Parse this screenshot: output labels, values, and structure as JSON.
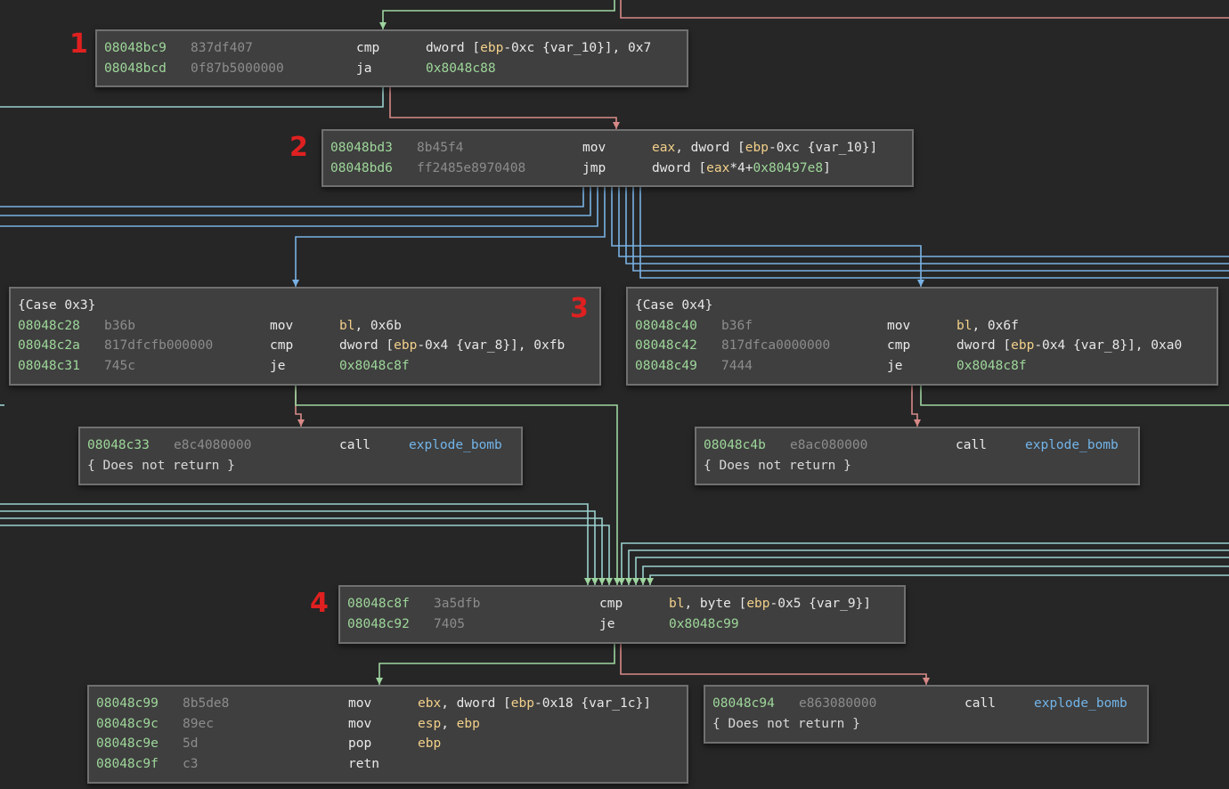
{
  "markers": [
    "1",
    "2",
    "3",
    "4"
  ],
  "colors": {
    "background": "#262626",
    "block_bg": "#3f3f3f",
    "block_border": "#707070",
    "edge_true": "#9fd6a0",
    "edge_false": "#d88a88",
    "edge_jump": "#79b2e4",
    "edge_fall": "#9ad0cd",
    "address": "#9ed79a",
    "register": "#f2d08a",
    "symbol": "#72b4e8",
    "marker": "#e02020"
  },
  "blocks": [
    {
      "id": "b1",
      "rows": [
        {
          "addr": "08048bc9",
          "bytes": "837df407",
          "mn": "cmp",
          "ops": [
            {
              "t": "dword [",
              "c": "op"
            },
            {
              "t": "ebp",
              "c": "reg"
            },
            {
              "t": "-0xc {var_10}], 0x7",
              "c": "op"
            }
          ]
        },
        {
          "addr": "08048bcd",
          "bytes": "0f87b5000000",
          "mn": "ja",
          "ops": [
            {
              "t": "0x8048c88",
              "c": "num"
            }
          ]
        }
      ]
    },
    {
      "id": "b2",
      "rows": [
        {
          "addr": "08048bd3",
          "bytes": "8b45f4",
          "mn": "mov",
          "ops": [
            {
              "t": "eax",
              "c": "reg"
            },
            {
              "t": ", dword [",
              "c": "op"
            },
            {
              "t": "ebp",
              "c": "reg"
            },
            {
              "t": "-0xc {var_10}]",
              "c": "op"
            }
          ]
        },
        {
          "addr": "08048bd6",
          "bytes": "ff2485e8970408",
          "mn": "jmp",
          "ops": [
            {
              "t": "dword [",
              "c": "op"
            },
            {
              "t": "eax",
              "c": "reg"
            },
            {
              "t": "*4+",
              "c": "op"
            },
            {
              "t": "0x80497e8",
              "c": "num"
            },
            {
              "t": "]",
              "c": "op"
            }
          ]
        }
      ]
    },
    {
      "id": "b3",
      "label": "{Case 0x3}",
      "rows": [
        {
          "addr": "08048c28",
          "bytes": "b36b",
          "mn": "mov",
          "ops": [
            {
              "t": "bl",
              "c": "reg"
            },
            {
              "t": ", 0x6b",
              "c": "op"
            }
          ]
        },
        {
          "addr": "08048c2a",
          "bytes": "817dfcfb000000",
          "mn": "cmp",
          "ops": [
            {
              "t": "dword [",
              "c": "op"
            },
            {
              "t": "ebp",
              "c": "reg"
            },
            {
              "t": "-0x4 {var_8}], 0xfb",
              "c": "op"
            }
          ]
        },
        {
          "addr": "08048c31",
          "bytes": "745c",
          "mn": "je",
          "ops": [
            {
              "t": "0x8048c8f",
              "c": "num"
            }
          ]
        }
      ]
    },
    {
      "id": "b4",
      "label": "{Case 0x4}",
      "rows": [
        {
          "addr": "08048c40",
          "bytes": "b36f",
          "mn": "mov",
          "ops": [
            {
              "t": "bl",
              "c": "reg"
            },
            {
              "t": ", 0x6f",
              "c": "op"
            }
          ]
        },
        {
          "addr": "08048c42",
          "bytes": "817dfca0000000",
          "mn": "cmp",
          "ops": [
            {
              "t": "dword [",
              "c": "op"
            },
            {
              "t": "ebp",
              "c": "reg"
            },
            {
              "t": "-0x4 {var_8}], 0xa0",
              "c": "op"
            }
          ]
        },
        {
          "addr": "08048c49",
          "bytes": "7444",
          "mn": "je",
          "ops": [
            {
              "t": "0x8048c8f",
              "c": "num"
            }
          ]
        }
      ]
    },
    {
      "id": "b5",
      "rows": [
        {
          "addr": "08048c33",
          "bytes": "e8c4080000",
          "mn": "call",
          "ops": [
            {
              "t": "explode_bomb",
              "c": "sym"
            }
          ]
        }
      ],
      "comment": "{ Does not return }"
    },
    {
      "id": "b6",
      "rows": [
        {
          "addr": "08048c4b",
          "bytes": "e8ac080000",
          "mn": "call",
          "ops": [
            {
              "t": "explode_bomb",
              "c": "sym"
            }
          ]
        }
      ],
      "comment": "{ Does not return }"
    },
    {
      "id": "b7",
      "rows": [
        {
          "addr": "08048c8f",
          "bytes": "3a5dfb",
          "mn": "cmp",
          "ops": [
            {
              "t": "bl",
              "c": "reg"
            },
            {
              "t": ", byte [",
              "c": "op"
            },
            {
              "t": "ebp",
              "c": "reg"
            },
            {
              "t": "-0x5 {var_9}]",
              "c": "op"
            }
          ]
        },
        {
          "addr": "08048c92",
          "bytes": "7405",
          "mn": "je",
          "ops": [
            {
              "t": "0x8048c99",
              "c": "num"
            }
          ]
        }
      ]
    },
    {
      "id": "b8",
      "rows": [
        {
          "addr": "08048c99",
          "bytes": "8b5de8",
          "mn": "mov",
          "ops": [
            {
              "t": "ebx",
              "c": "reg"
            },
            {
              "t": ", dword [",
              "c": "op"
            },
            {
              "t": "ebp",
              "c": "reg"
            },
            {
              "t": "-0x18 {var_1c}]",
              "c": "op"
            }
          ]
        },
        {
          "addr": "08048c9c",
          "bytes": "89ec",
          "mn": "mov",
          "ops": [
            {
              "t": "esp",
              "c": "reg"
            },
            {
              "t": ", ",
              "c": "op"
            },
            {
              "t": "ebp",
              "c": "reg"
            }
          ]
        },
        {
          "addr": "08048c9e",
          "bytes": "5d",
          "mn": "pop",
          "ops": [
            {
              "t": "ebp",
              "c": "reg"
            }
          ]
        },
        {
          "addr": "08048c9f",
          "bytes": "c3",
          "mn": "retn",
          "ops": []
        }
      ]
    },
    {
      "id": "b9",
      "rows": [
        {
          "addr": "08048c94",
          "bytes": "e863080000",
          "mn": "call",
          "ops": [
            {
              "t": "explode_bomb",
              "c": "sym"
            }
          ]
        }
      ],
      "comment": "{ Does not return }"
    }
  ]
}
